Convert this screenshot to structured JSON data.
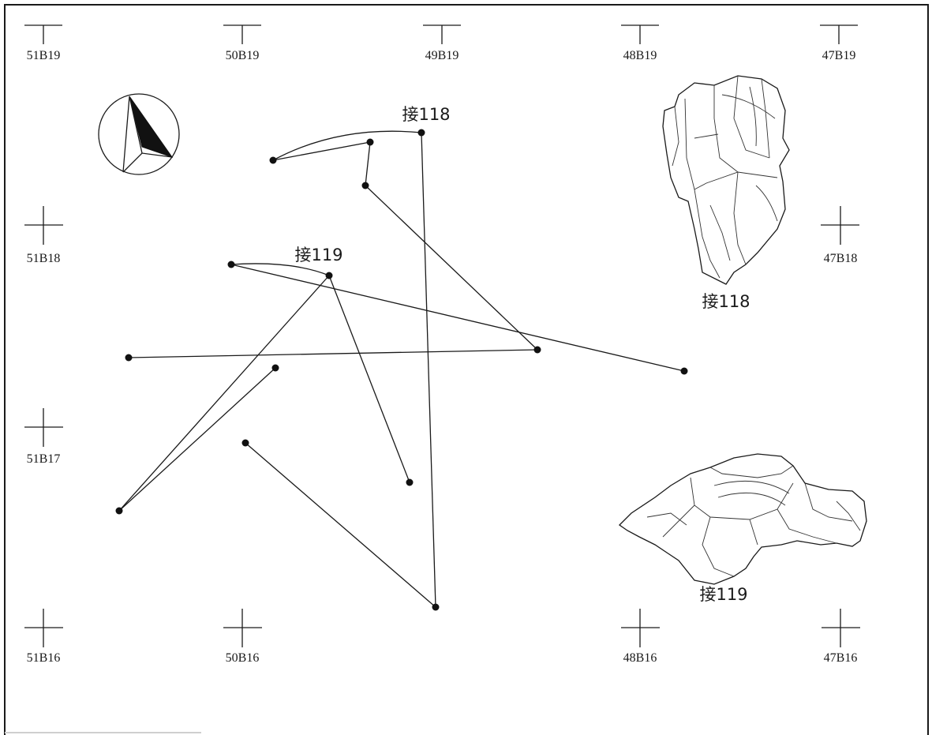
{
  "grid_labels": {
    "top": [
      "51B19",
      "50B19",
      "49B19",
      "48B19",
      "47B19"
    ],
    "row_18": [
      "51B18",
      "47B18"
    ],
    "row_17": [
      "51B17"
    ],
    "bottom": [
      "51B16",
      "50B16",
      "48B16",
      "47B16"
    ]
  },
  "refit_map": {
    "group_118_label": "接118",
    "group_119_label": "接119"
  },
  "illustrations": {
    "stone_118_label": "接118",
    "stone_119_label": "接119"
  },
  "icons": {
    "north_arrow": "north-arrow-icon",
    "grid_marker": "grid-cross-icon"
  },
  "colors": {
    "ink": "#1a1a1a",
    "background": "#ffffff"
  }
}
